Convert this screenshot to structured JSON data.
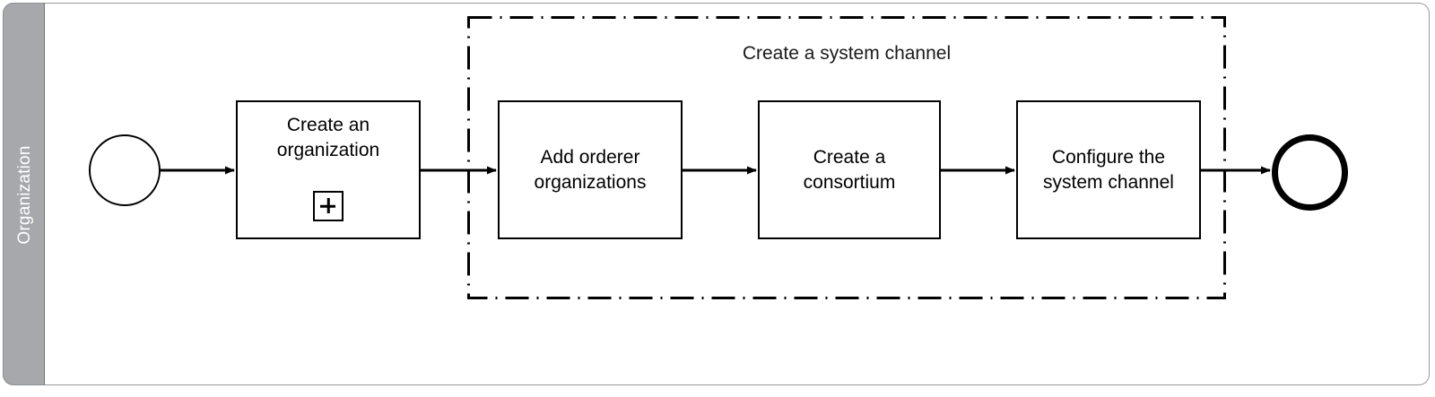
{
  "diagram": {
    "type": "bpmn-process",
    "pool": {
      "lane_label": "Organization"
    },
    "group": {
      "label": "Create a system channel",
      "border_style": "dash-dot"
    },
    "events": [
      {
        "id": "start",
        "name": "start-event",
        "type": "start",
        "label": ""
      },
      {
        "id": "end",
        "name": "end-event",
        "type": "end",
        "label": ""
      }
    ],
    "tasks": [
      {
        "id": "create-organization",
        "label": "Create an organization",
        "marker": "collapsed-subprocess",
        "in_group": false
      },
      {
        "id": "add-orderer-organizations",
        "label": "Add orderer organizations",
        "marker": "none",
        "in_group": true
      },
      {
        "id": "create-a-consortium",
        "label": "Create a consortium",
        "marker": "none",
        "in_group": true
      },
      {
        "id": "configure-the-system-channel",
        "label": "Configure the system channel",
        "marker": "none",
        "in_group": true
      }
    ],
    "sequence_flows": [
      {
        "from": "start",
        "to": "create-organization",
        "label": ""
      },
      {
        "from": "create-organization",
        "to": "add-orderer-organizations",
        "label": ""
      },
      {
        "from": "add-orderer-organizations",
        "to": "create-a-consortium",
        "label": ""
      },
      {
        "from": "create-a-consortium",
        "to": "configure-the-system-channel",
        "label": ""
      },
      {
        "from": "configure-the-system-channel",
        "to": "end",
        "label": ""
      }
    ],
    "colors": {
      "lane_band": "#a6a8ab",
      "lane_label_text": "#ffffff",
      "shape_stroke": "#000000",
      "pool_border": "#9a9a9a",
      "canvas": "#ffffff"
    }
  }
}
